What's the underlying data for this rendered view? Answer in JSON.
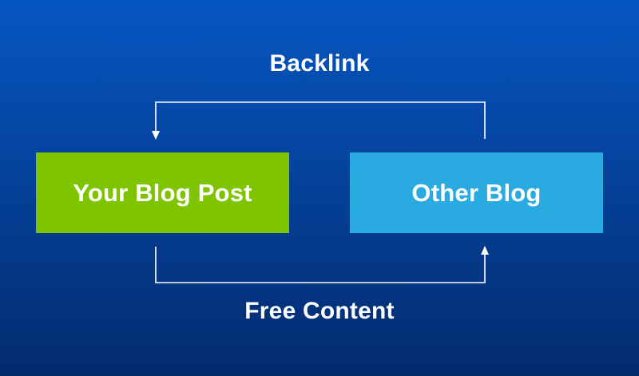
{
  "colors": {
    "background_top": "#0656c2",
    "background_bottom": "#032b6e",
    "your_blog_box": "#7fc400",
    "other_blog_box": "#29abe2",
    "arrow": "#ffffff"
  },
  "diagram": {
    "top_label": "Backlink",
    "bottom_label": "Free Content",
    "nodes": [
      {
        "id": "your-blog-post",
        "label": "Your Blog Post"
      },
      {
        "id": "other-blog",
        "label": "Other Blog"
      }
    ],
    "edges": [
      {
        "from": "other-blog",
        "to": "your-blog-post",
        "label": "Backlink"
      },
      {
        "from": "your-blog-post",
        "to": "other-blog",
        "label": "Free Content"
      }
    ]
  }
}
